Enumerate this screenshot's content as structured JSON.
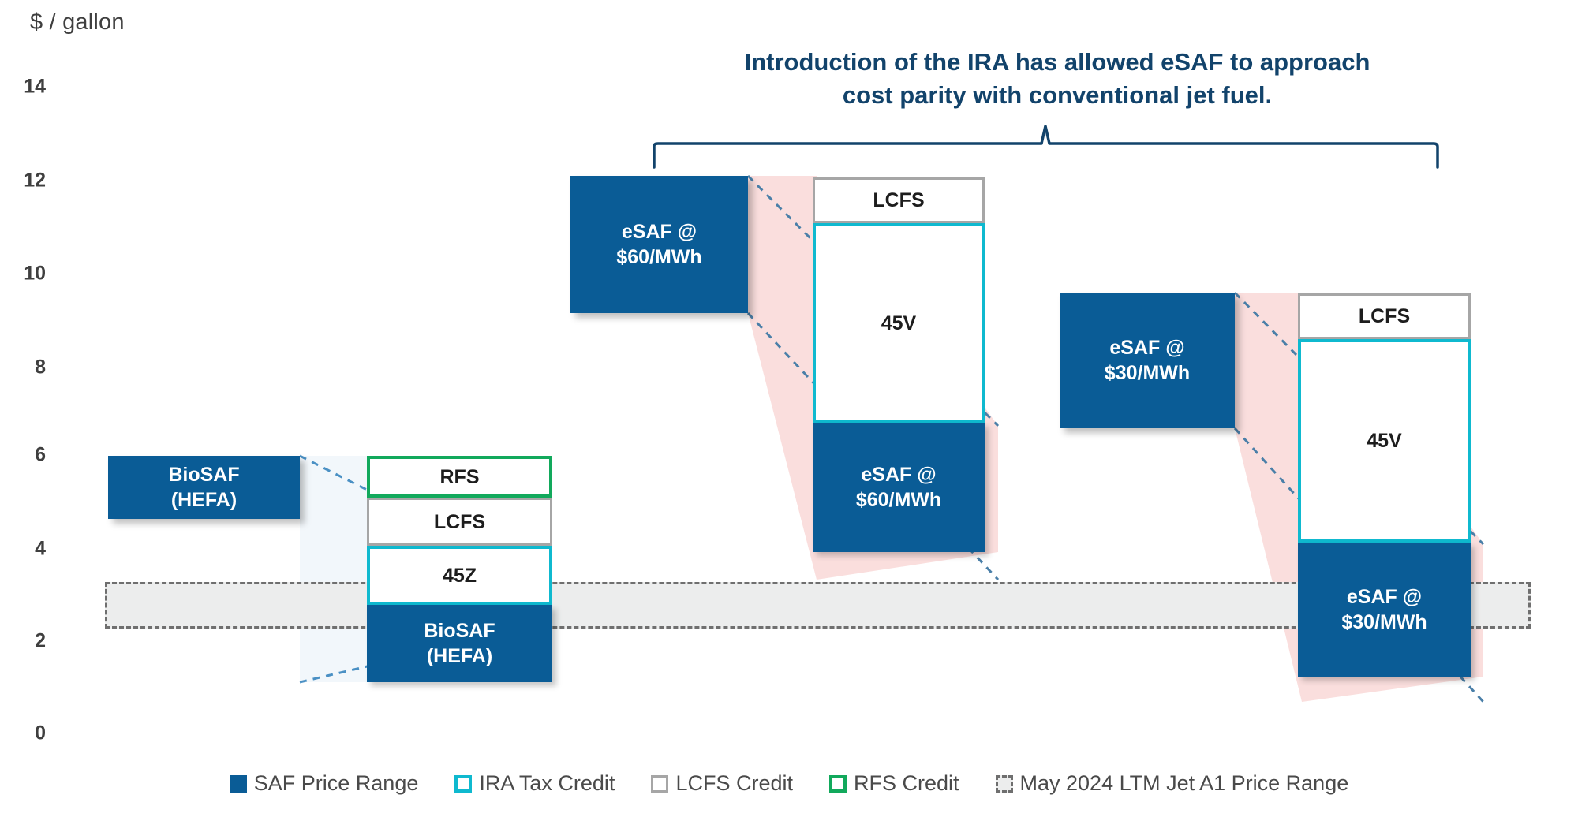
{
  "chart_data": {
    "type": "bar",
    "title": "Introduction of the IRA has allowed eSAF to approach\ncost parity with conventional jet fuel.",
    "ylabel": "$ / gallon",
    "xlabel": "",
    "ylim": [
      0,
      14
    ],
    "yticks": [
      "0",
      "2",
      "4",
      "6",
      "8",
      "10",
      "12",
      "14"
    ],
    "grid": false,
    "legend_position": "bottom",
    "reference_band": {
      "name": "May 2024 LTM Jet A1 Price Range",
      "low": 2.3,
      "high": 3.3,
      "color": "#eceded"
    },
    "series": [
      {
        "name": "SAF Price Range",
        "color": "#0a5c96",
        "style": "filled"
      },
      {
        "name": "IRA Tax Credit",
        "color": "#0fb9cf",
        "style": "outline"
      },
      {
        "name": "LCFS Credit",
        "color": "#a6a6a6",
        "style": "outline"
      },
      {
        "name": "RFS Credit",
        "color": "#12a95c",
        "style": "outline"
      },
      {
        "name": "May 2024 LTM Jet A1 Price Range",
        "color": "#6f6f6f",
        "style": "dashed-band"
      }
    ],
    "groups": [
      {
        "id": "biosaf-hefa",
        "gross_label": "BioSAF\n(HEFA)",
        "gross_top": 5.95,
        "gross_bottom": 4.05,
        "net_label": "BioSAF\n(HEFA)",
        "stack": [
          {
            "segment": "RFS Credit",
            "label": "RFS",
            "top": 5.95,
            "bottom": 5.05
          },
          {
            "segment": "LCFS Credit",
            "label": "LCFS",
            "top": 5.05,
            "bottom": 4.05
          },
          {
            "segment": "IRA Tax Credit",
            "label": "45Z",
            "top": 4.05,
            "bottom": 2.8
          },
          {
            "segment": "SAF Price Range",
            "label": "BioSAF\n(HEFA)",
            "top": 2.8,
            "bottom": 1.3
          }
        ]
      },
      {
        "id": "esaf-60",
        "gross_label": "eSAF @\n$60/MWh",
        "gross_top": 11.95,
        "gross_bottom": 9.0,
        "net_label": "eSAF @\n$60/MWh",
        "stack": [
          {
            "segment": "LCFS Credit",
            "label": "LCFS",
            "top": 11.9,
            "bottom": 10.9
          },
          {
            "segment": "IRA Tax Credit",
            "label": "45V",
            "top": 10.9,
            "bottom": 6.6
          },
          {
            "segment": "SAF Price Range",
            "label": "eSAF @\n$60/MWh",
            "top": 6.6,
            "bottom": 3.8
          }
        ]
      },
      {
        "id": "esaf-30",
        "gross_label": "eSAF @\n$30/MWh",
        "gross_top": 9.45,
        "gross_bottom": 6.55,
        "net_label": "eSAF @\n$30/MWh",
        "stack": [
          {
            "segment": "LCFS Credit",
            "label": "LCFS",
            "top": 9.45,
            "bottom": 8.45
          },
          {
            "segment": "IRA Tax Credit",
            "label": "45V",
            "top": 8.45,
            "bottom": 4.05
          },
          {
            "segment": "SAF Price Range",
            "label": "eSAF @\n$30/MWh",
            "top": 4.05,
            "bottom": 1.15
          }
        ]
      }
    ],
    "annotation": {
      "text": "Introduction of the IRA has allowed eSAF to approach\ncost parity with conventional jet fuel.",
      "bracket_spans_groups": [
        "esaf-60",
        "esaf-30"
      ]
    }
  },
  "axis": {
    "unit_label": "$ / gallon",
    "ticks": [
      {
        "value": "14"
      },
      {
        "value": "12"
      },
      {
        "value": "10"
      },
      {
        "value": "8"
      },
      {
        "value": "6"
      },
      {
        "value": "4"
      },
      {
        "value": "2"
      },
      {
        "value": "0"
      }
    ]
  },
  "bars": {
    "g1_gross": "BioSAF\n(HEFA)",
    "g1_rfs": "RFS",
    "g1_lcfs": "LCFS",
    "g1_45z": "45Z",
    "g1_net": "BioSAF\n(HEFA)",
    "g2_gross": "eSAF @\n$60/MWh",
    "g2_lcfs": "LCFS",
    "g2_45v": "45V",
    "g2_net": "eSAF @\n$60/MWh",
    "g3_gross": "eSAF @\n$30/MWh",
    "g3_lcfs": "LCFS",
    "g3_45v": "45V",
    "g3_net": "eSAF @\n$30/MWh"
  },
  "legend": {
    "items": [
      {
        "label": "SAF Price Range",
        "icon": "filled-square-swatch"
      },
      {
        "label": "IRA Tax Credit",
        "icon": "outline-square-swatch"
      },
      {
        "label": "LCFS Credit",
        "icon": "outline-square-swatch"
      },
      {
        "label": "RFS Credit",
        "icon": "outline-square-swatch"
      },
      {
        "label": "May 2024 LTM Jet A1 Price Range",
        "icon": "dashed-square-swatch"
      }
    ]
  },
  "colors": {
    "saf_blue": "#0a5c96",
    "ira_cyan": "#0fb9cf",
    "lcfs_grey": "#a6a6a6",
    "rfs_green": "#12a95c",
    "jet_band_grey": "#eceded",
    "annotation_navy": "#12436b",
    "wedge_pink": "#fadedd",
    "wedge_blue": "#f2f7fb"
  }
}
